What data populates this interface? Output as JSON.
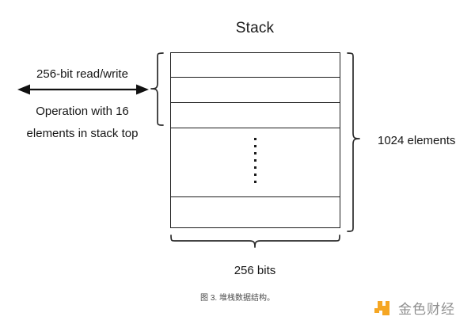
{
  "figure": {
    "title": "Stack",
    "caption": "图 3. 堆栈数据结构。",
    "labels": {
      "read_write": "256-bit read/write",
      "operation_line1": "Operation with 16",
      "operation_line2": "elements in stack top",
      "capacity": "1024 elements",
      "width": "256 bits"
    },
    "stack": {
      "rows": [
        {
          "id": "row-1",
          "content": ""
        },
        {
          "id": "row-2",
          "content": ""
        },
        {
          "id": "row-3",
          "content": ""
        },
        {
          "id": "row-ellipsis",
          "content": ""
        },
        {
          "id": "row-bottom",
          "content": ""
        }
      ],
      "ellipsis_dot_count": 7
    },
    "annotations": {
      "arrow_kind": "double-headed-horizontal-arrow",
      "left_brace_kind": "curly-brace-left-group-top-3-rows",
      "right_brace_kind": "curly-brace-right-full-height",
      "bottom_brace_kind": "curly-brace-bottom-full-width"
    },
    "colors": {
      "stroke": "#1d1d1d",
      "text": "#161616",
      "caption_text": "#4a4a4a",
      "background": "#ffffff",
      "watermark_orange": "#f5a623",
      "watermark_gray": "#8f8f8f"
    }
  },
  "watermark": {
    "text": "金色财经"
  }
}
